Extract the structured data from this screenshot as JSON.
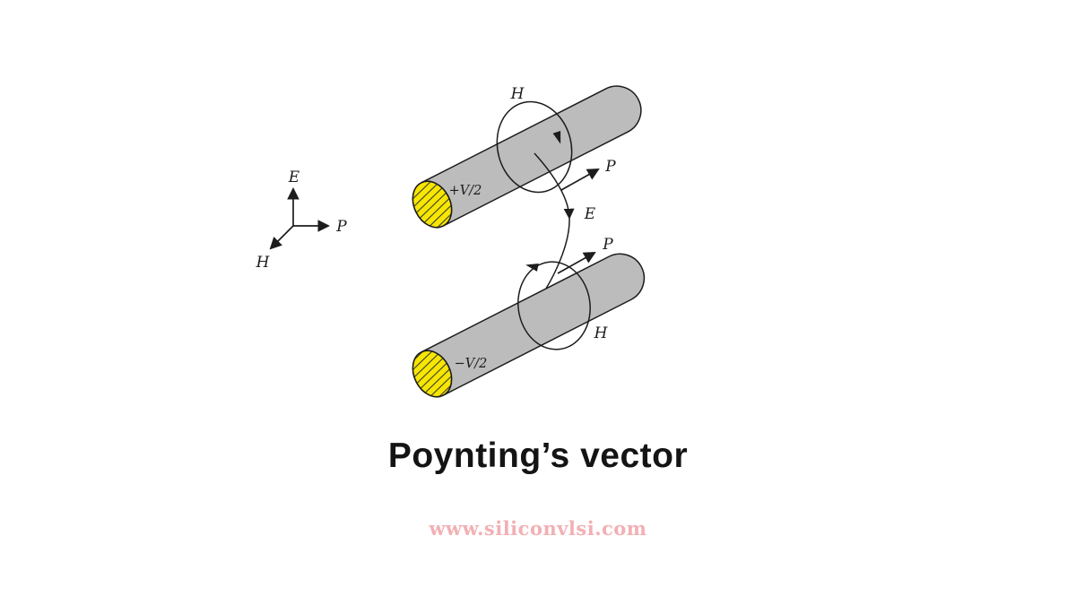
{
  "title": "Poynting’s vector",
  "watermark": "www.siliconvlsi.com",
  "axes": {
    "e": "E",
    "p": "P",
    "h": "H"
  },
  "diagram": {
    "top_conductor": {
      "voltage": "+V/2",
      "h_label": "H",
      "p_label": "P"
    },
    "bottom_conductor": {
      "voltage": "−V/2",
      "h_label": "H",
      "p_label": "P"
    },
    "e_field_label": "E"
  },
  "colors": {
    "conductor_gray": "#bcbcbc",
    "end_cap_yellow": "#f7e600",
    "hatch_line": "#3a3a3a",
    "line_black": "#1c1c1c",
    "title_text": "#141414",
    "watermark_pink": "#f2b0b4",
    "background": "#ffffff"
  }
}
